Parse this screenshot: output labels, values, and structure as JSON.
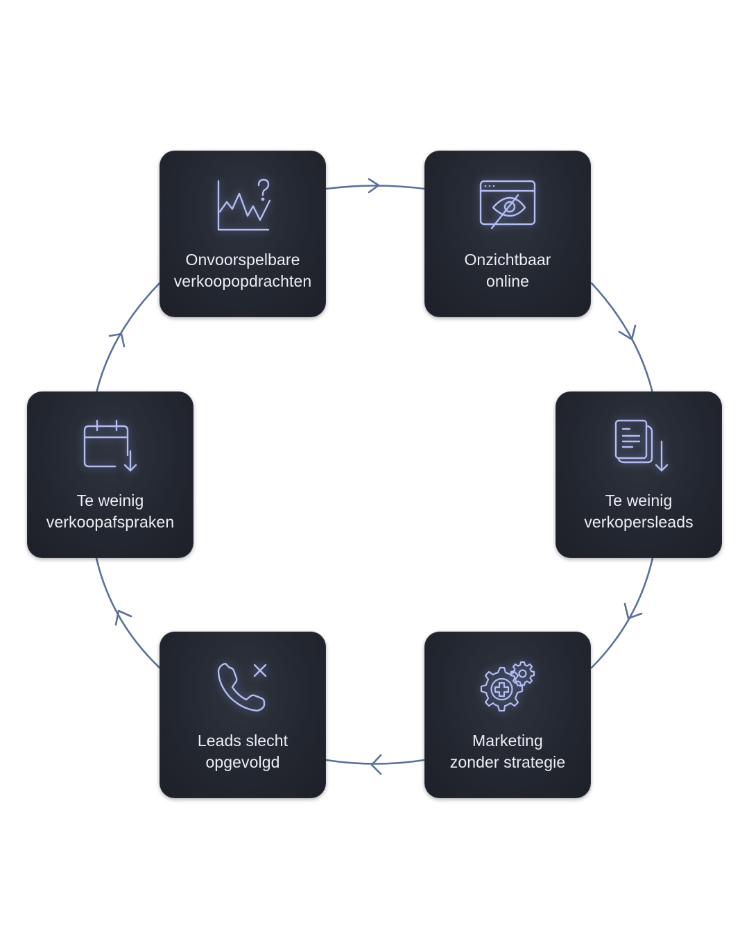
{
  "diagram": {
    "type": "cycle",
    "direction": "clockwise",
    "connector_color": "#5a7099",
    "icon_color": "#b4bdf0",
    "card_color": "#262a33",
    "text_color": "#eceef3",
    "steps": [
      {
        "id": "onvoorspelbare-verkoopopdrachten",
        "icon": "chart-question-icon",
        "line1": "Onvoorspelbare",
        "line2": "verkoopopdrachten"
      },
      {
        "id": "onzichtbaar-online",
        "icon": "browser-eye-off-icon",
        "line1": "Onzichtbaar",
        "line2": "online"
      },
      {
        "id": "te-weinig-verkopersleads",
        "icon": "documents-down-icon",
        "line1": "Te weinig",
        "line2": "verkopersleads"
      },
      {
        "id": "marketing-zonder-strategie",
        "icon": "gears-icon",
        "line1": "Marketing",
        "line2": "zonder strategie"
      },
      {
        "id": "leads-slecht-opgevolgd",
        "icon": "phone-x-icon",
        "line1": "Leads slecht",
        "line2": "opgevolgd"
      },
      {
        "id": "te-weinig-verkoopafspraken",
        "icon": "calendar-down-icon",
        "line1": "Te weinig",
        "line2": "verkoopafspraken"
      }
    ],
    "edges": [
      {
        "from": 0,
        "to": 1
      },
      {
        "from": 1,
        "to": 2
      },
      {
        "from": 2,
        "to": 3
      },
      {
        "from": 3,
        "to": 4
      },
      {
        "from": 4,
        "to": 5
      },
      {
        "from": 5,
        "to": 0
      }
    ]
  }
}
